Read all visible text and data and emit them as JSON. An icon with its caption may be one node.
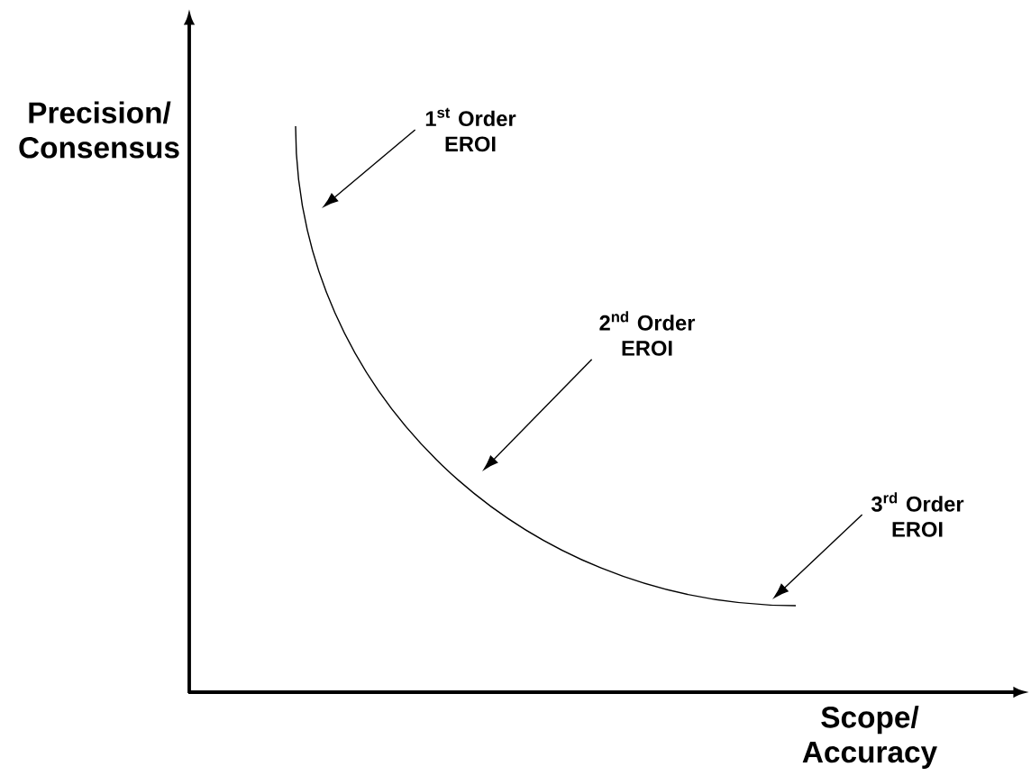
{
  "diagram": {
    "nodes": [
      {
        "text": [
          "1$^{st}$ Order EROI"
        ]
      },
      {
        "text": [
          "2$^{nd}$ Order EROI"
        ]
      },
      {
        "text": [
          "3$^{rd}$ Order EROI"
        ]
      }
    ],
    "edges": [
      {
        "from": 0,
        "to": null,
        "arrow": "to"
      },
      {
        "from": 1,
        "to": null,
        "arrow": "to"
      },
      {
        "from": 2,
        "to": null,
        "arrow": "to"
      }
    ],
    "labels": [
      "Precision/ Consensus",
      "Scope/ Accuracy"
    ]
  }
}
